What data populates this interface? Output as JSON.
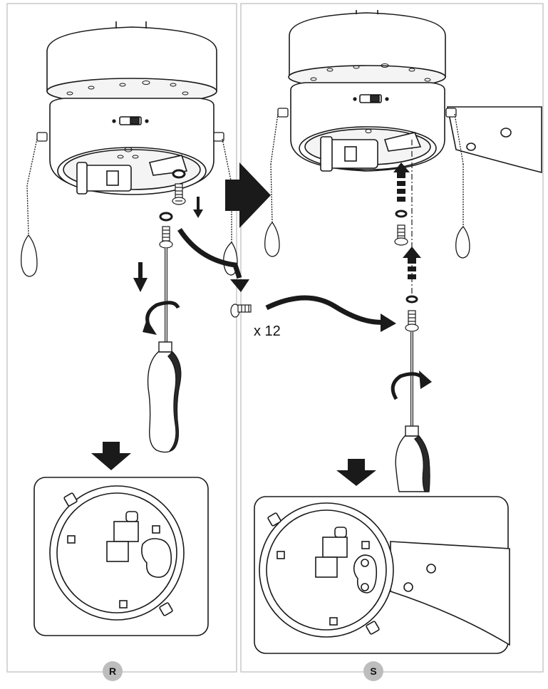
{
  "steps": [
    {
      "id": "R",
      "label": "R"
    },
    {
      "id": "S",
      "label": "S"
    }
  ],
  "screw_quantity": "x 12",
  "colors": {
    "line": "#1a1a1a",
    "panel_border": "#c8c8c8",
    "badge_fill": "#bdbdbd",
    "fill_light": "#f4f4f4",
    "fill_dark": "#2a2a2a"
  },
  "icons": [
    "screw-icon",
    "washer-icon",
    "screwdriver-icon",
    "arrow-down-icon",
    "arrow-up-icon",
    "arrow-right-icon",
    "pull-chain-icon",
    "fan-motor-housing-icon",
    "fan-blade-bracket-icon"
  ]
}
